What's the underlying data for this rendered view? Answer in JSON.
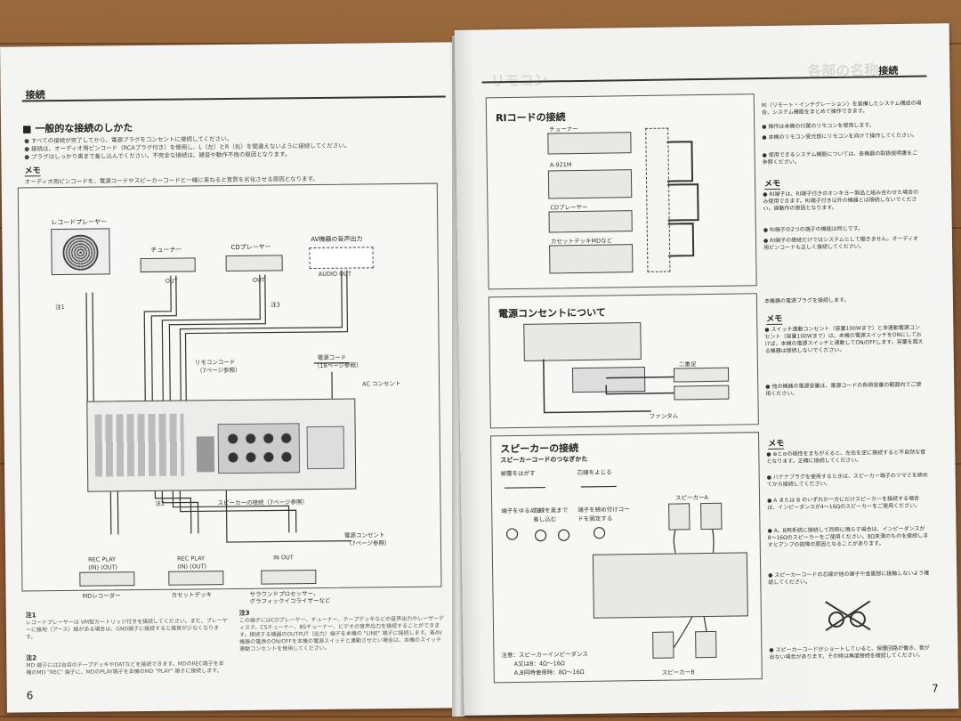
{
  "left_page": {
    "section": "接続",
    "heading": "■ 一般的な接続のしかた",
    "bullets": [
      "● すべての接続が完了してから、電源プラグをコンセントに接続してください。",
      "● 接続は、オーディオ用ピンコード（RCAプラグ付き）を使用し、L（左）とR（右）を間違えないように接続してください。",
      "● プラグはしっかり奥まで差し込んでください。不完全な接続は、雑音や動作不良の原因となります。"
    ],
    "memo_label": "メモ",
    "memo_text": "オーディオ用ピンコードを、電源コードやスピーカーコードと一緒に束ねると音質を劣化させる原因となります。",
    "devices_top": {
      "record_player": "レコードプレーヤー",
      "tuner": "チューナー",
      "cd_player": "CDプレーヤー",
      "av_out": "AV機器の音声出力",
      "out1": "OUT",
      "out2": "OUT",
      "audio_out": "AUDIO OUT",
      "note1": "注1",
      "note3": "注3"
    },
    "callouts": {
      "remote_cord": "リモコンコード",
      "remote_cord_ref": "（7ページ参照）",
      "power_cord": "電源コード",
      "power_cord_ref": "（18ページ参照）",
      "to_outlet": "AC コンセント",
      "speaker_conn": "スピーカーの接続（7ページ参照）",
      "note2": "注2",
      "power_outlet": "電源コンセント",
      "power_outlet_ref": "（7ページ参照）"
    },
    "devices_bottom": {
      "rec_play_1": "REC PLAY",
      "in_out_1": "(IN) (OUT)",
      "rec_play_2": "REC PLAY",
      "in_out_2": "(IN) (OUT)",
      "in_out_3": "IN OUT",
      "md_recorder": "MDレコーダー",
      "cassette_deck": "カセットデッキ",
      "surround": "サラウンドプロセッサー、",
      "surround2": "グラフィックイコライザーなど"
    },
    "notes": [
      {
        "title": "注1",
        "text": "レコードプレーヤーは VM型カートリッジ付きを接続してください。また、プレーヤーに接地（アース）線がある場合は、GND端子に接続すると雑音が少なくなります。"
      },
      {
        "title": "注2",
        "text": "MD 端子には2台目のテープデッキやDATなどを接続できます。MDのREC端子を本機のMD \"REC\" 端子に、MDのPLAY端子を本機のMD \"PLAY\" 端子に接続します。"
      },
      {
        "title": "注3",
        "text": "この端子にはCDプレーヤー、チューナー、テープデッキなどの音声出力やレーザーディスク、CSチューナー、BSチューナー、ビデオの音声出力を接続することができます。接続する機器のOUTPUT（出力）端子を本機の \"LINE\" 端子に接続します。各AV機器の電源のON/OFFを本機の電源スイッチと連動させたい場合は、本機のスイッチ連動コンセントを使用してください。"
      }
    ],
    "page_number": "6"
  },
  "right_page": {
    "section": "接続",
    "watermark_left": "リモコン",
    "watermark_right": "各部の名称",
    "ri_title": "RIコードの接続",
    "ri_devices": [
      "チューナー",
      "A-921M",
      "CDプレーヤー",
      "カセットデッキMDなど"
    ],
    "ri_text": [
      "RI（リモート・インテグレーション）を装備したシステム構成の場合、システム機能をまとめて操作できます。",
      "● 操作は本機の付属のリモコンを使用します。",
      "● 本機のリモコン受光部にリモコンを向けて操作してください。",
      "● 使用できるシステム機能については、各機器の取扱説明書をご参照ください。"
    ],
    "ri_memo": "メモ",
    "ri_memo_text": [
      "● RI端子は、RI端子付きのオンキヨー製品と組み合わせた場合のみ使用できます。RI端子付き以外の機器とは接続しないでください。誤動作の原因となります。",
      "● RI端子の2つの端子の機能は同じです。",
      "● RI端子の接続だけではシステムとして働きません。オーディオ用ピンコードも正しく接続してください。"
    ],
    "power_title": "電源コンセントについて",
    "power_labels": [
      "二重足",
      "ファンタム"
    ],
    "power_text": "本機器の電源プラグを接続します。",
    "power_memo": "メモ",
    "power_memo_text": [
      "● スイッチ連動コンセント（容量100Wまで）と非連動電源コンセント（容量100Wまで）は、本機の電源スイッチをONにしておけば、本機の電源スイッチと連動してON/OFFします。容量を超える機器は接続しないでください。",
      "● 他の機器の電源容量は、電源コードの負荷容量の範囲内でご使用ください。"
    ],
    "speaker_title": "スピーカーの接続",
    "speaker_sub": "スピーカーコードのつなぎかた",
    "speaker_steps": [
      "被覆をはがす",
      "芯線をよじる",
      "端子をゆるめる",
      "芯線を奥まで差し込む",
      "端子を締め付けコードを固定する"
    ],
    "speaker_labels": [
      "スピーカーA",
      "スピーカーB"
    ],
    "speaker_note": "注意：スピーカーインピーダンス",
    "speaker_note2": "A又はB：4Ω〜16Ω",
    "speaker_note3": "A,B同時使用時：8Ω〜16Ω",
    "speaker_memo": "メモ",
    "speaker_memo_text": [
      "● ⊕と⊖の極性をまちがえると、左右を逆に接続すると不自然な音となります。正確に接続してください。",
      "● バナナプラグを使用するときは、スピーカー端子のツマミを締めてから接続してください。",
      "● A または B のいずれか一方にだけスピーカーを接続する場合は、インピーダンスが4〜16Ωのスピーカーをご使用ください。",
      "● A、B両系統に接続して同時に鳴らす場合は、インピーダンスが8〜16Ωのスピーカーをご使用ください。8Ω未満のものを接続しますとアンプの故障の原因となることがあります。",
      "● スピーカーコードの芯線が他の端子や金属部に接触しないよう確認してください。"
    ],
    "speaker_warn": "● スピーカーコードがショートしていると、保護回路が働き、音が出ない場合があります。その時は再度接続を確認してください。",
    "page_number": "7"
  }
}
